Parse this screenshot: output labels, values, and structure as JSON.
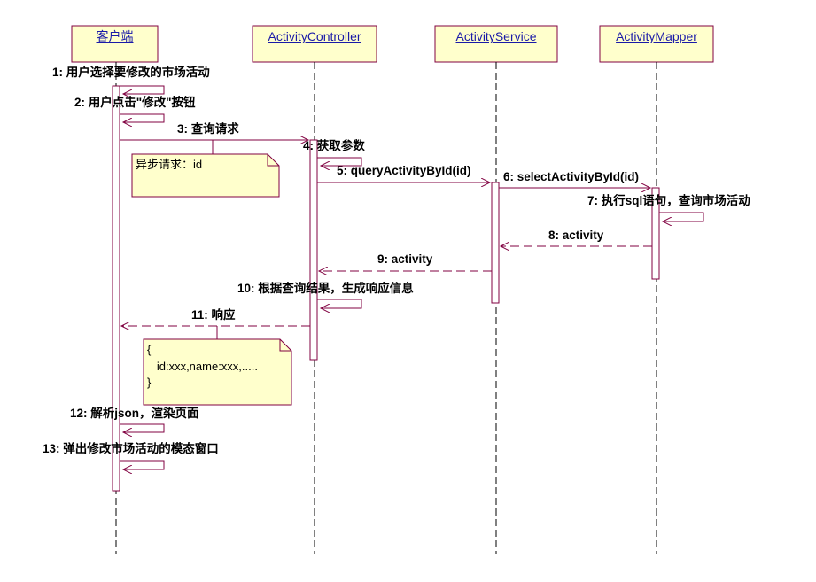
{
  "lifelines": [
    {
      "id": "client",
      "name": "客户端"
    },
    {
      "id": "controller",
      "name": "ActivityController"
    },
    {
      "id": "service",
      "name": "ActivityService"
    },
    {
      "id": "mapper",
      "name": "ActivityMapper"
    }
  ],
  "messages": [
    {
      "label": "1: 用户选择要修改的市场活动",
      "kind": "self",
      "from": "client"
    },
    {
      "label": "2: 用户点击\"修改\"按钮",
      "kind": "self",
      "from": "client"
    },
    {
      "label": "3: 查询请求",
      "kind": "call",
      "from": "client",
      "to": "controller"
    },
    {
      "label": "4: 获取参数",
      "kind": "self",
      "from": "controller"
    },
    {
      "label": "5: queryActivityById(id)",
      "kind": "call",
      "from": "controller",
      "to": "service"
    },
    {
      "label": "6: selectActivityById(id)",
      "kind": "call",
      "from": "service",
      "to": "mapper"
    },
    {
      "label": "7: 执行sql语句，查询市场活动",
      "kind": "self",
      "from": "mapper"
    },
    {
      "label": "8: activity",
      "kind": "return",
      "from": "mapper",
      "to": "service"
    },
    {
      "label": "9: activity",
      "kind": "return",
      "from": "service",
      "to": "controller"
    },
    {
      "label": "10: 根据查询结果，生成响应信息",
      "kind": "self",
      "from": "controller"
    },
    {
      "label": "11: 响应",
      "kind": "return",
      "from": "controller",
      "to": "client"
    },
    {
      "label": "12: 解析json，渲染页面",
      "kind": "self",
      "from": "client"
    },
    {
      "label": "13: 弹出修改市场活动的模态窗口",
      "kind": "self",
      "from": "client"
    }
  ],
  "notes": [
    {
      "id": "request-note",
      "lines": [
        "异步请求：id"
      ]
    },
    {
      "id": "response-note",
      "lines": [
        "{",
        "   id:xxx,name:xxx,.....",
        "}"
      ]
    }
  ],
  "colors": {
    "line": "#800040",
    "box_fill": "#ffffcc",
    "box_stroke": "#800040",
    "header_text": "#1a1aa8",
    "label_text": "#000000"
  }
}
